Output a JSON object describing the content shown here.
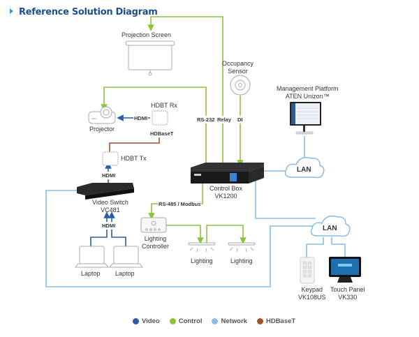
{
  "header": {
    "title": "Reference Solution Diagram",
    "bullet_icon": "triangle-right-icon"
  },
  "colors": {
    "video": "#2a5caa",
    "control": "#8cc43c",
    "network": "#88bde6",
    "hdbaset": "#a0522d",
    "title": "#1d4f8f",
    "model": "#1d5aa8"
  },
  "devices": {
    "projection_screen": "Projection Screen",
    "occupancy_sensor": [
      "Occupancy",
      "Sensor"
    ],
    "management_platform": [
      "Management Platform",
      "ATEN Unizon™"
    ],
    "hdbt_rx": "HDBT Rx",
    "projector": "Projector",
    "hdbt_tx": "HDBT Tx",
    "control_box": {
      "name": "Control Box",
      "model": "VK1200"
    },
    "video_switch": {
      "name": "Video Switch",
      "model": "VC481"
    },
    "lighting_controller": [
      "Lighting",
      "Controller"
    ],
    "lighting_1": "Lighting",
    "lighting_2": "Lighting",
    "laptop_1": "Laptop",
    "laptop_2": "Laptop",
    "keypad": {
      "name": "Keypad",
      "model": "VK108US"
    },
    "touch_panel": {
      "name": "Touch Panel",
      "model": "VK330"
    },
    "lan_1": "LAN",
    "lan_2": "LAN"
  },
  "connection_labels": {
    "rs232": "RS-232",
    "relay": "Relay",
    "di": "DI",
    "hdmi_rx_projector": "HDMI",
    "hdbaset": "HDBaseT",
    "hdmi_switch_tx": "HDMI",
    "hdmi_laptops": "HDMI",
    "rs485": "RS-485 / Modbus"
  },
  "legend": [
    {
      "label": "Video",
      "color": "#2a5caa"
    },
    {
      "label": "Control",
      "color": "#8cc43c"
    },
    {
      "label": "Network",
      "color": "#88bde6"
    },
    {
      "label": "HDBaseT",
      "color": "#a0522d"
    }
  ]
}
